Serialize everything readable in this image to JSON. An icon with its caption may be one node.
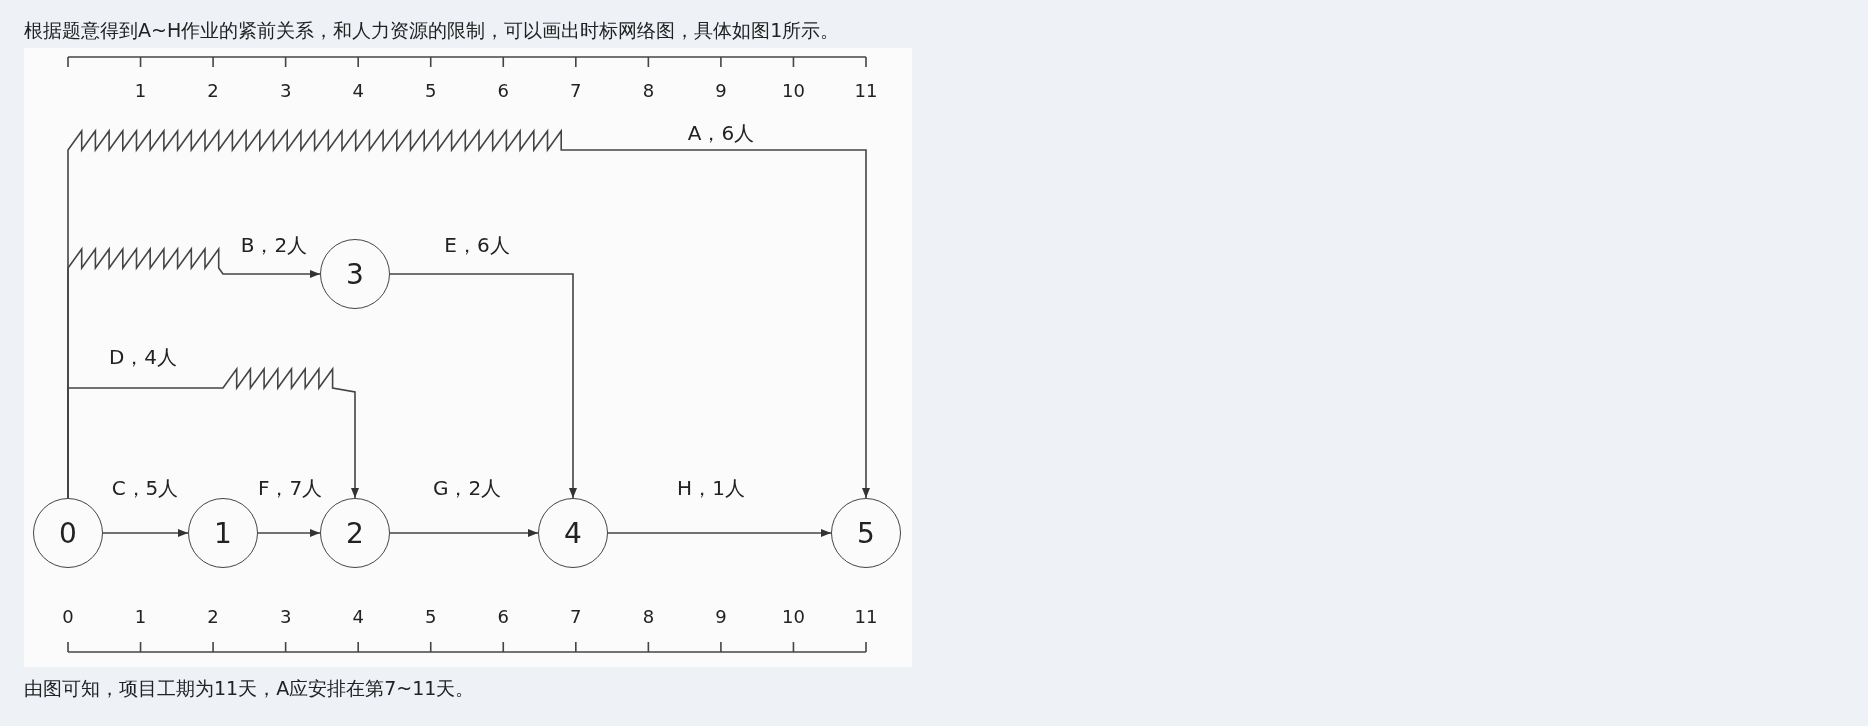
{
  "diagram": {
    "title": "根据题意得到A~H作业的紧前关系，和人力资源的限制，可以画出时标网络图，具体如图1所示。",
    "caption": "由图可知，项目工期为11天，A应安排在第7~11天。",
    "nodes": [
      {
        "text": [
          "0"
        ]
      },
      {
        "text": [
          "1"
        ]
      },
      {
        "text": [
          "2"
        ]
      },
      {
        "text": [
          "3"
        ]
      },
      {
        "text": [
          "4"
        ]
      },
      {
        "text": [
          "5"
        ]
      }
    ],
    "edges": [
      {
        "from": 0,
        "to": 5,
        "arrow": "to",
        "label": "A，6人"
      },
      {
        "from": 0,
        "to": 3,
        "arrow": "to",
        "label": "B，2人"
      },
      {
        "from": 3,
        "to": 4,
        "arrow": "to",
        "label": "E，6人"
      },
      {
        "from": 0,
        "to": 2,
        "arrow": "to",
        "label": "D，4人"
      },
      {
        "from": 0,
        "to": 1,
        "arrow": "to",
        "label": "C，5人"
      },
      {
        "from": 1,
        "to": 2,
        "arrow": "to",
        "label": "F，7人"
      },
      {
        "from": 2,
        "to": 4,
        "arrow": "to",
        "label": "G，2人"
      },
      {
        "from": 4,
        "to": 5,
        "arrow": "to",
        "label": "H，1人"
      }
    ],
    "labels": [
      "1",
      "2",
      "3",
      "4",
      "5",
      "6",
      "7",
      "8",
      "9",
      "10",
      "11",
      "0",
      "1",
      "2",
      "3",
      "4",
      "5",
      "6",
      "7",
      "8",
      "9",
      "10",
      "11"
    ]
  }
}
